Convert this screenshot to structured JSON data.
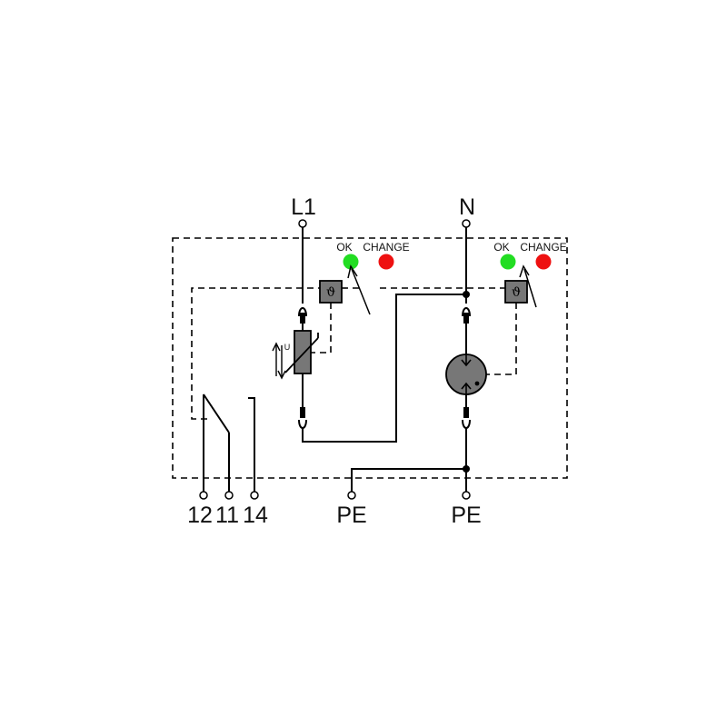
{
  "terminals": {
    "l1": "L1",
    "n": "N",
    "pe_left": "PE",
    "pe_right": "PE",
    "relay_12": "12",
    "relay_11": "11",
    "relay_14": "14"
  },
  "indicators": {
    "left": {
      "ok": "OK",
      "change": "CHANGE"
    },
    "right": {
      "ok": "OK",
      "change": "CHANGE"
    }
  },
  "thermal_symbol": "ϑ",
  "varistor_symbol": "U",
  "colors": {
    "ok": "#22dd22",
    "change": "#ee1111",
    "component": "#777777"
  }
}
